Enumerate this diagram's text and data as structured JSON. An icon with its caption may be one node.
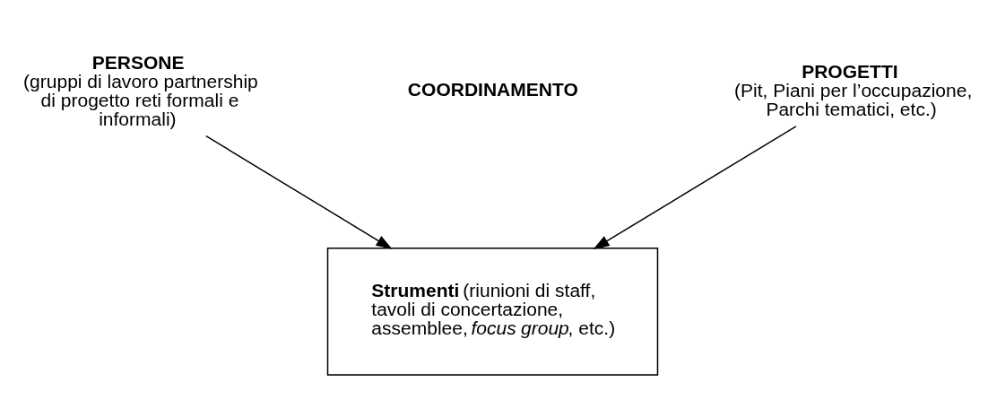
{
  "diagram": {
    "nodes": [
      {
        "text": [
          "PERSONE",
          "(gruppi di lavoro partnership di progetto reti formali e informali)"
        ]
      },
      {
        "text": [
          "COORDINAMENTO"
        ]
      },
      {
        "text": [
          "PROGETTI",
          "(Pit, Piani per l’occupazione, Parchi tematici, etc.)"
        ]
      },
      {
        "text": [
          "**Strumenti** (riunioni di staff, tavoli di concertazione, assemblee, *focus group*, etc.)"
        ]
      }
    ],
    "edges": [
      {
        "from": 0,
        "to": 3,
        "arrow": "to"
      },
      {
        "from": 2,
        "to": 3,
        "arrow": "to"
      }
    ]
  }
}
